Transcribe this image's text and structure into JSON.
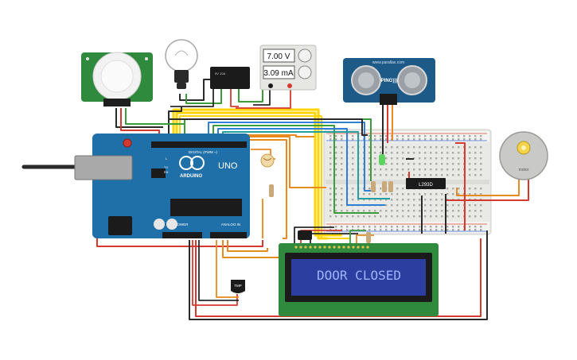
{
  "power_supply": {
    "voltage": "7.00 V",
    "current": "3.09 mA"
  },
  "lcd": {
    "text": "DOOR CLOSED"
  },
  "arduino": {
    "brand": "ARDUINO",
    "model": "UNO",
    "digital_header": "DIGITAL (PWM ~)",
    "power_header": "POWER",
    "analog_header": "ANALOG IN",
    "tx": "TX",
    "rx": "RX",
    "l": "L"
  },
  "ultrasonic": {
    "label": "PING))) ",
    "site": "www.parallax.com"
  },
  "motor_driver": {
    "label": "L293D"
  },
  "temp_sensor": {
    "label": "TMP"
  },
  "relay": {
    "label": "5V 10A"
  },
  "dc_motor": {
    "label": "motor"
  },
  "colors": {
    "arduino": "#1f6fa8",
    "lcd_screen": "#2c3fa0",
    "lcd_text": "#9db4ff",
    "pcb_green": "#2f8a3e",
    "wire_yellow": "#ffd400",
    "wire_red": "#d63a2f",
    "wire_orange": "#e98a1e",
    "wire_black": "#2a2a2a",
    "wire_green": "#3a9d3a",
    "wire_blue": "#2f7fd6"
  }
}
